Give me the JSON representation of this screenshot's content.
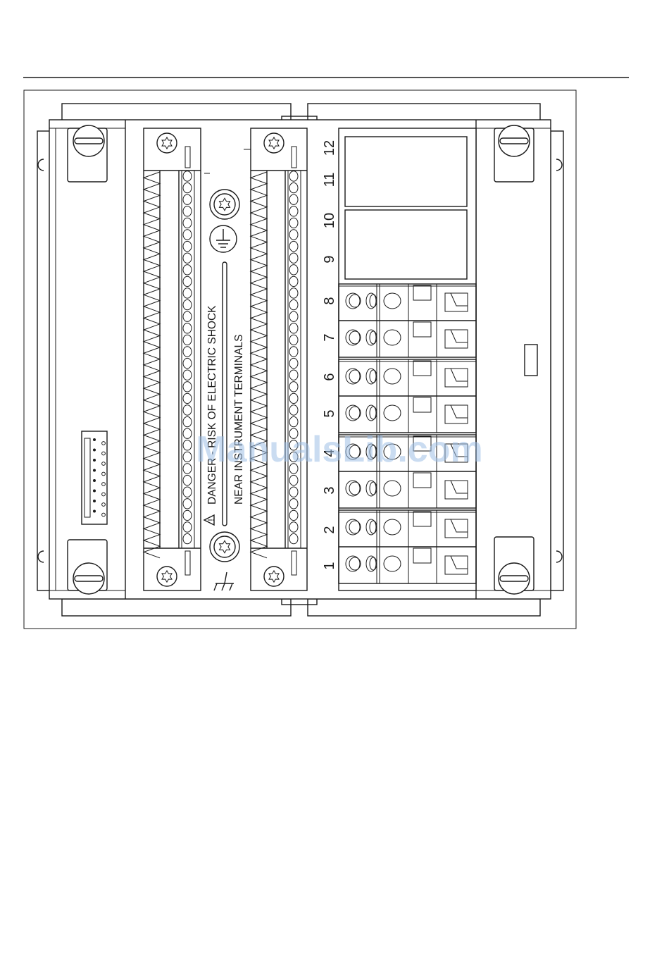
{
  "warning": {
    "line1": "DANGER - RISK OF ELECTRIC SHOCK",
    "line2": "NEAR INSTRUMENT TERMINALS"
  },
  "slot_numbers": [
    "1",
    "2",
    "3",
    "4",
    "5",
    "6",
    "7",
    "8",
    "9",
    "10",
    "11",
    "12"
  ],
  "watermark": "ManualsLib.com",
  "symbols": {
    "protective_earth": "protective-earth-icon",
    "functional_earth": "functional-earth-icon",
    "warning": "warning-triangle-icon",
    "screw": "torx-screw-icon"
  },
  "colors": {
    "line": "#1a1a1a",
    "background": "#ffffff",
    "watermark": "#9fbfe6"
  }
}
